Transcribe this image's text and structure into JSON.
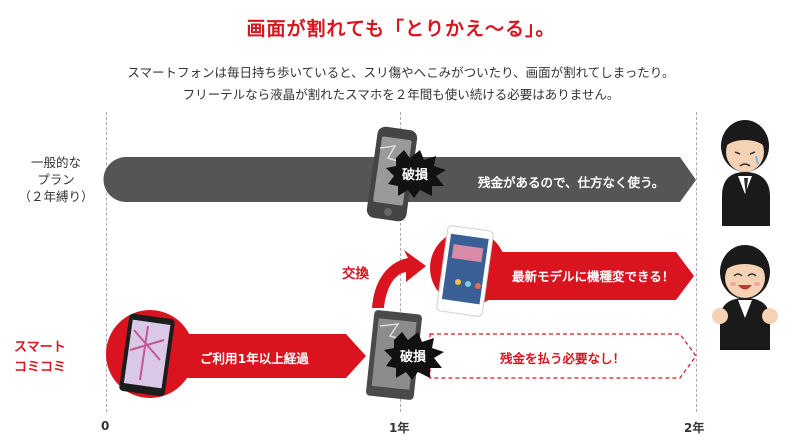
{
  "title": "画面が割れても「とりかえ〜る」。",
  "lead": {
    "line1": "スマートフォンは毎日持ち歩いていると、スリ傷やへこみがついたり、画面が割れてしまったり。",
    "line2": "フリーテルなら液晶が割れたスマホを２年間も使い続ける必要はありません。"
  },
  "general_plan": {
    "label_lines": [
      "一般的な",
      "プラン",
      "（２年縛り）"
    ],
    "bar_text": "残金があるので、仕方なく使う。",
    "damage_label": "破損"
  },
  "smart_plan": {
    "label_lines": [
      "スマート",
      "コミコミ"
    ],
    "bar1_text": "ご利用1年以上経過",
    "exchange_label": "交換",
    "upgrade_text": "最新モデルに機種変できる！",
    "damage_label": "破損",
    "no_pay_text": "残金を払う必要なし！"
  },
  "axis": {
    "ticks": [
      "0",
      "1年",
      "2年"
    ]
  },
  "colors": {
    "accent": "#d9141e",
    "bar_gray": "#555555",
    "dashed_gray": "#aaaaaa"
  },
  "icons": [
    "broken-phone-icon",
    "phone-icon",
    "sad-person-icon",
    "happy-person-icon",
    "curved-arrow-icon"
  ]
}
